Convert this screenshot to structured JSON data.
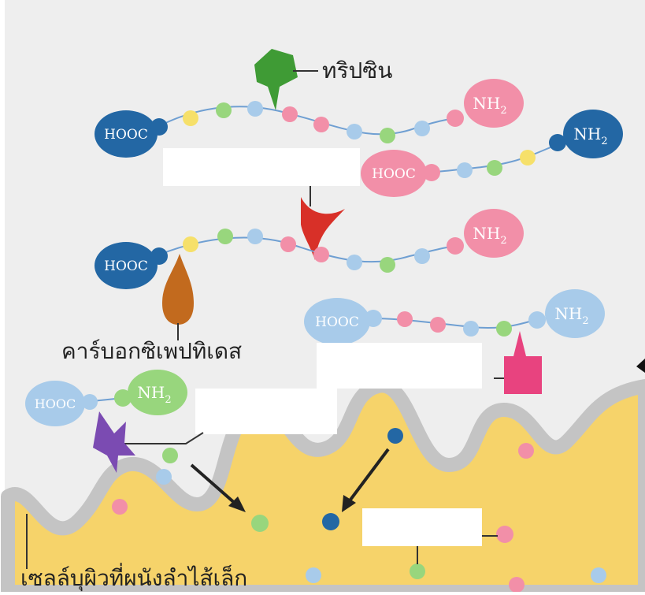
{
  "labels": {
    "trypsin": "ทริปซิน",
    "carboxypeptidase": "คาร์บอกซิเพปทิเดส",
    "small_intestine_epithelium": "เซลล์บุผิวที่ผนังลำไส้เล็ก"
  },
  "terminal_groups": {
    "carboxyl": "HOOC",
    "amino_base": "NH",
    "amino_subscript": "2"
  },
  "colors": {
    "background": "#eeeeee",
    "intestine_fill": "#f6d36a",
    "intestine_border": "#c4c4c4",
    "dark_blue": "#2367a4",
    "light_blue": "#a8cbea",
    "pink": "#f28fa8",
    "green": "#98d67d",
    "yellow": "#f6e06a",
    "trypsin_green": "#3f9b35",
    "red_enzyme": "#d83028",
    "brown_enzyme": "#c26a1e",
    "magenta_enzyme": "#e8437f",
    "purple_enzyme": "#7b4bb2"
  },
  "icons": {
    "trypsin": "green-pentagon-enzyme",
    "red_enzyme": "red-funnel-enzyme",
    "carboxypeptidase": "brown-drop-enzyme",
    "magenta_enzyme": "magenta-square-enzyme",
    "purple_enzyme": "purple-star-enzyme"
  }
}
